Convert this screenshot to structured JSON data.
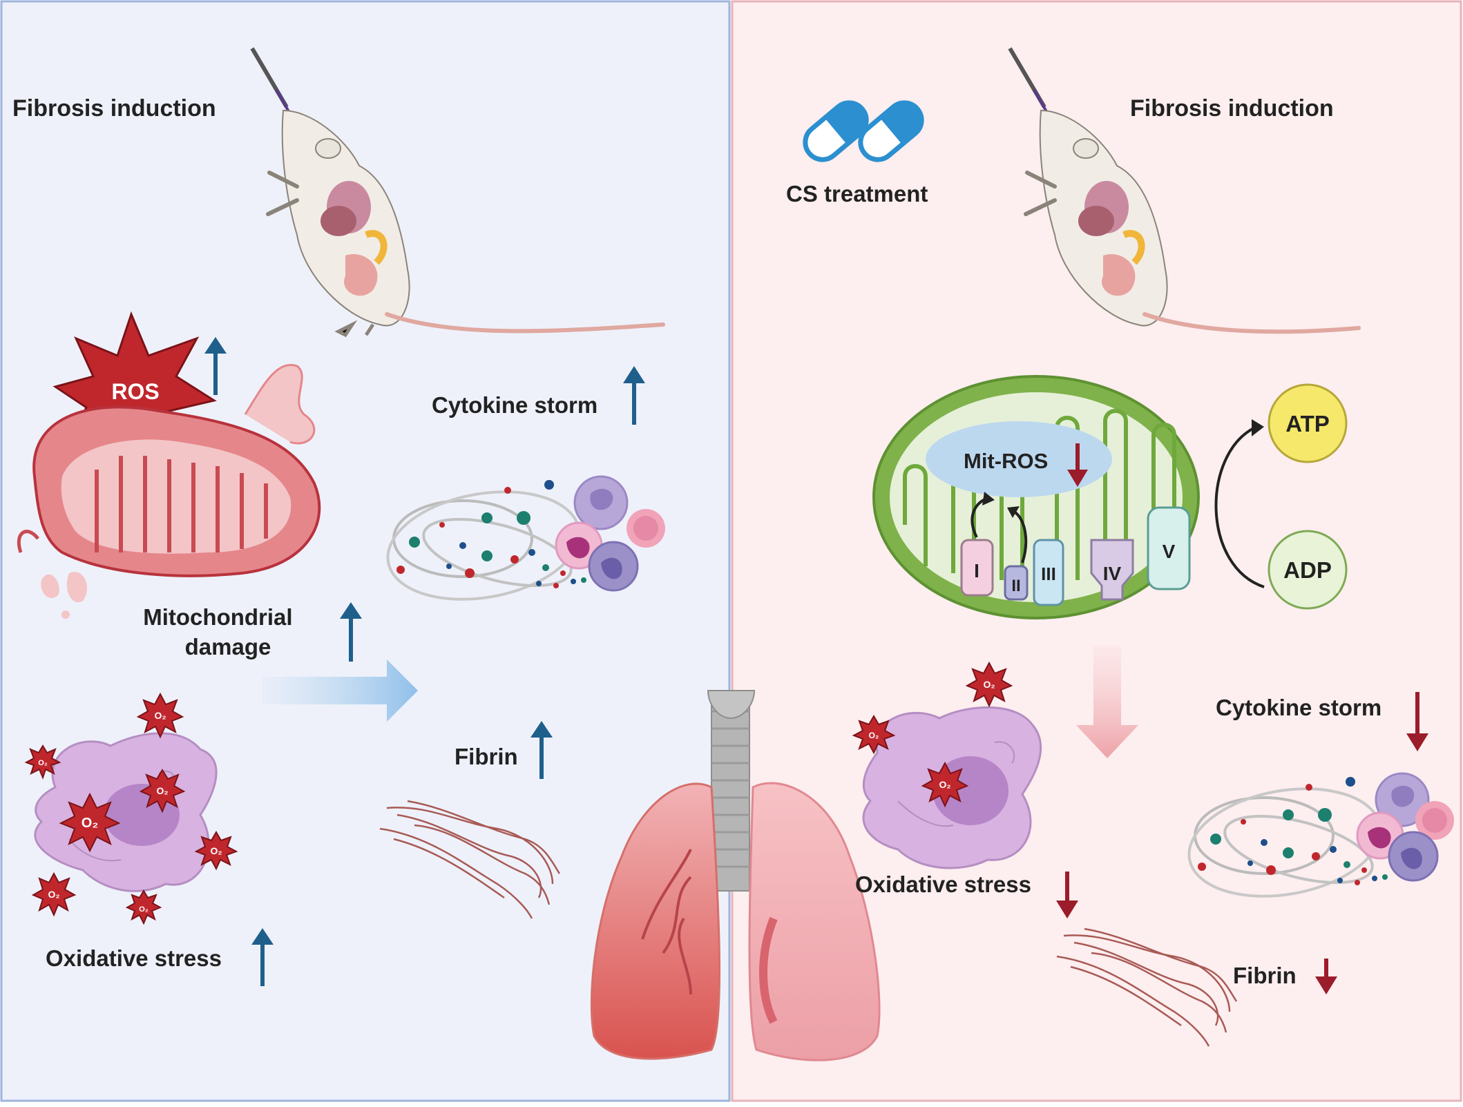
{
  "left_panel": {
    "title": "Fibrosis induction",
    "ros": "ROS",
    "mito_label_1": "Mitochondrial",
    "mito_label_2": "damage",
    "cytokine": "Cytokine storm",
    "fibrin": "Fibrin",
    "oxidative": "Oxidative stress",
    "o2_symbol": "O₂",
    "trend": "up"
  },
  "right_panel": {
    "title": "Fibrosis induction",
    "treatment": "CS treatment",
    "mit_ros": "Mit-ROS",
    "complexes": [
      "I",
      "II",
      "III",
      "IV",
      "V"
    ],
    "atp": "ATP",
    "adp": "ADP",
    "cytokine": "Cytokine storm",
    "oxidative": "Oxidative stress",
    "fibrin": "Fibrin",
    "o2_symbol": "O₂",
    "trend": "down"
  },
  "colors": {
    "left_bg": "#eef1fa",
    "left_border": "#9fb3dc",
    "right_bg": "#fdeeef",
    "right_border": "#e6b3b8",
    "up_arrow": "#1f5f8b",
    "down_arrow": "#9b1c2a",
    "capsule": "#2b8fd0",
    "mito_green": "#6fa83c",
    "atp_yellow": "#f5e86a"
  }
}
